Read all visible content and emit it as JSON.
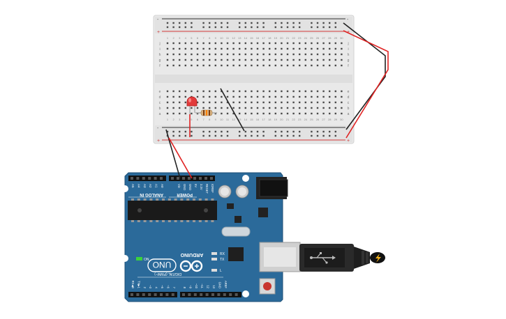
{
  "breadboard": {
    "rail_plus": "+",
    "rail_minus": "-",
    "row_letters_top": [
      "j",
      "i",
      "h",
      "g",
      "f"
    ],
    "row_letters_bottom": [
      "e",
      "d",
      "c",
      "b",
      "a"
    ],
    "columns": 30
  },
  "arduino": {
    "brand": "ARDUINO",
    "model": "UNO",
    "analog_label": "ANALOG IN",
    "analog_pins": [
      "A0",
      "A1",
      "A2",
      "A3",
      "A4",
      "A5"
    ],
    "power_label": "POWER",
    "power_pins": [
      "IOREF",
      "RESET",
      "3.3V",
      "5V",
      "GND",
      "GND",
      "Vin"
    ],
    "digital_label": "DIGITAL (PWM~)",
    "digital_pins": [
      "AREF",
      "GND",
      "13",
      "12",
      "~11",
      "~10",
      "~9",
      "8",
      "7",
      "~6",
      "~5",
      "4",
      "~3",
      "2",
      "TX▶1",
      "RX◀0"
    ],
    "on_label": "ON",
    "tx_label": "TX",
    "rx_label": "RX",
    "l_label": "L"
  },
  "colors": {
    "breadboard": "#e9e9e9",
    "board": "#2b6a9a",
    "wire_red": "#e02222",
    "wire_black": "#222222",
    "led": "#e23b3b"
  }
}
